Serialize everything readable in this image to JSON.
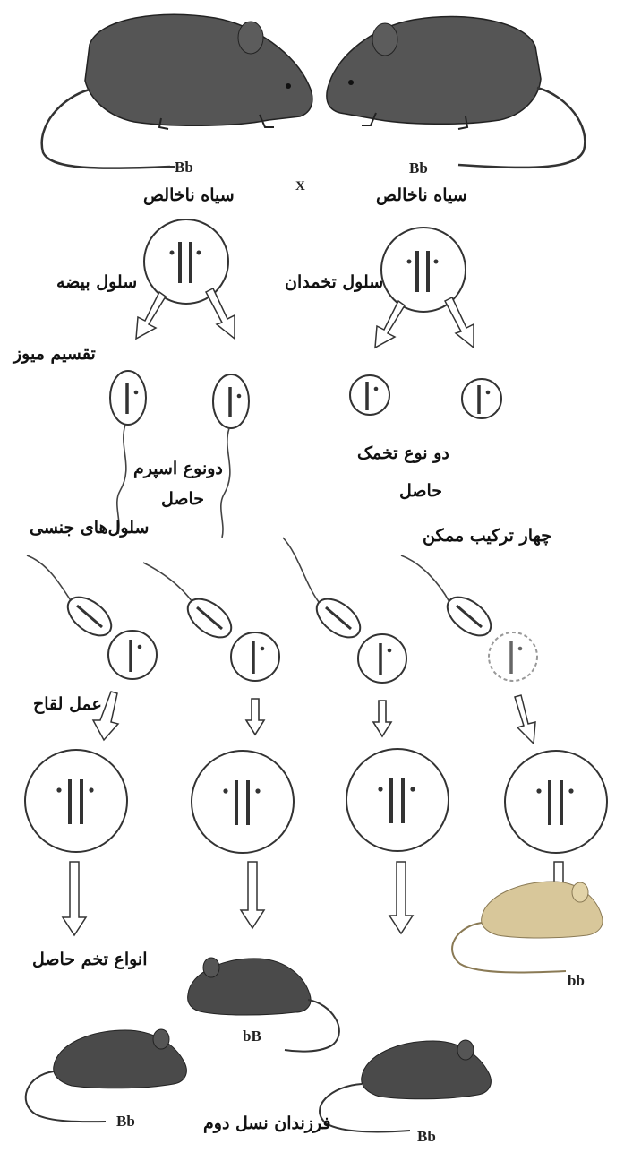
{
  "parents": {
    "left_genotype": "Bb",
    "right_genotype": "Bb",
    "cross_symbol": "X",
    "left_label": "سیاه ناخالص",
    "right_label": "سیاه ناخالص"
  },
  "labels": {
    "egg_cell": "سلول بیضه",
    "ovary_cell": "سلول تخمدان",
    "meiosis": "تقسیم میوز",
    "two_sperm": "دونوع اسپرم",
    "two_sperm_result": "حاصل",
    "two_egg": "دو نوع تخمک",
    "two_egg_result": "حاصل",
    "sex_cells": "سلول‌های جنسی",
    "four_combos": "چهار ترکیب ممکن",
    "fertilization": "عمل لقاح",
    "zygote_types": "انواع تخم حاصل",
    "offspring": "فرزندان نسل دوم"
  },
  "offspring_genotypes": [
    "Bb",
    "bB",
    "Bb",
    "bb"
  ],
  "colors": {
    "dark_mouse": "#4a4a4a",
    "light_mouse": "#d8c79a",
    "line": "#222222"
  },
  "icons": [
    "mouse-icon",
    "cell-icon",
    "sperm-icon",
    "arrow-down-icon"
  ]
}
